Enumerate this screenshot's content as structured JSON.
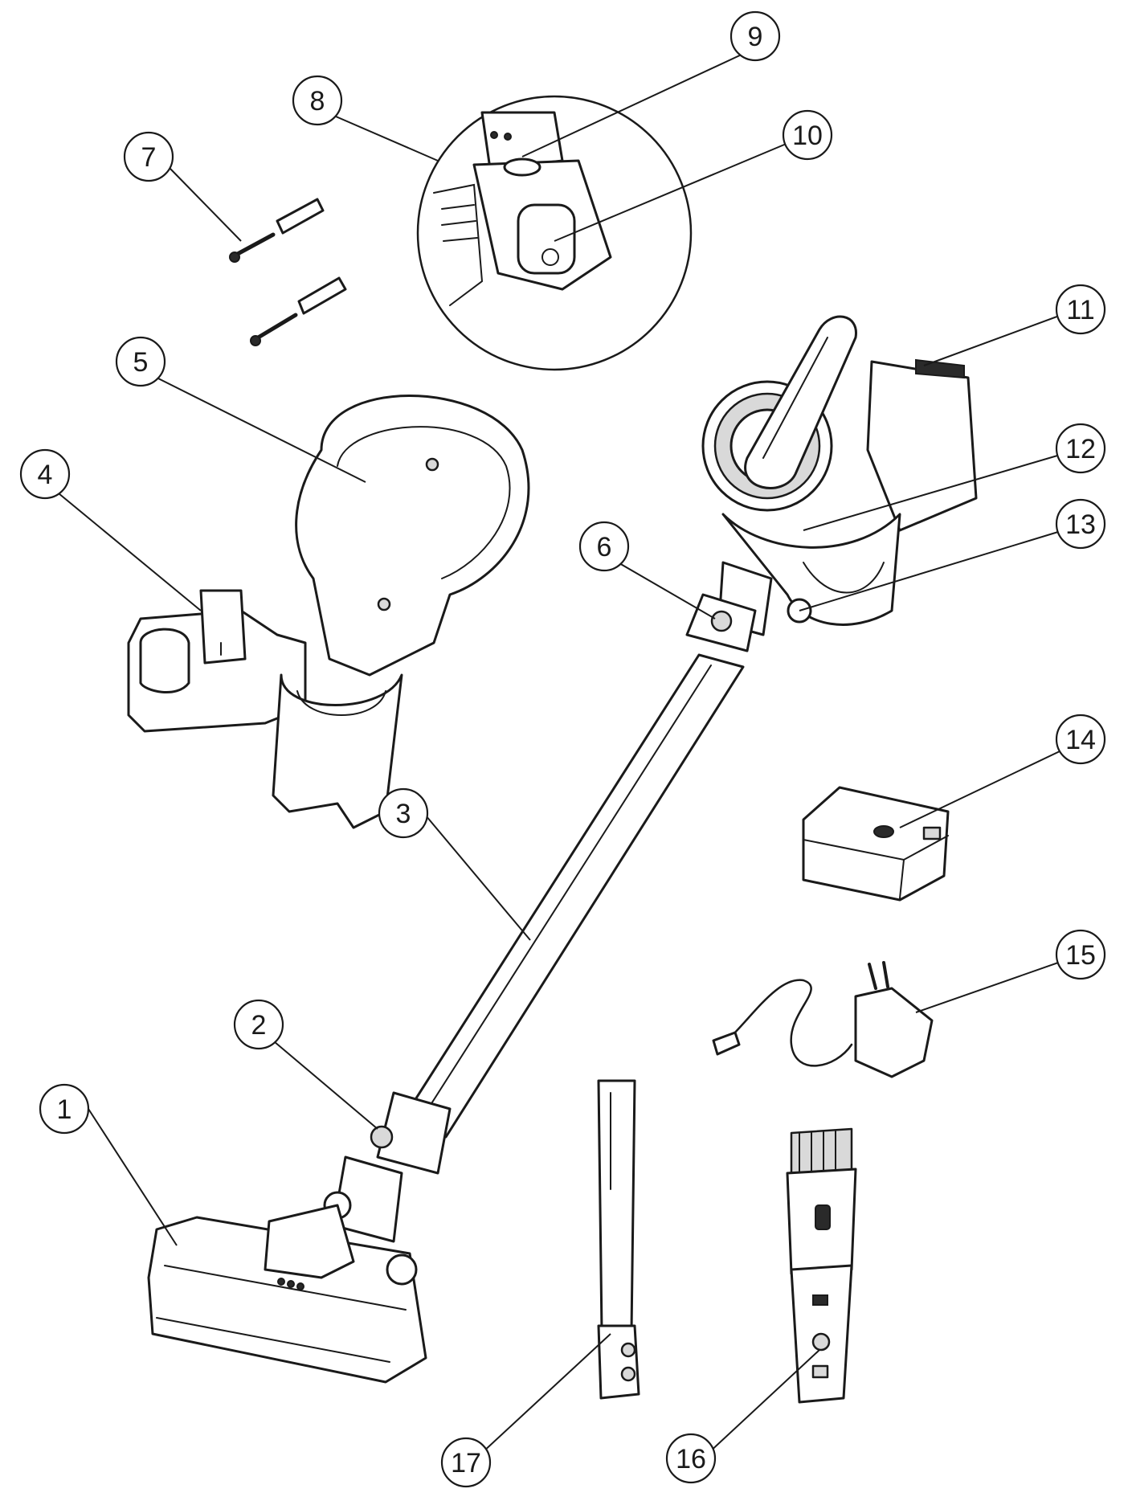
{
  "callouts": [
    {
      "label": "1"
    },
    {
      "label": "2"
    },
    {
      "label": "3"
    },
    {
      "label": "4"
    },
    {
      "label": "5"
    },
    {
      "label": "6"
    },
    {
      "label": "7"
    },
    {
      "label": "8"
    },
    {
      "label": "9"
    },
    {
      "label": "10"
    },
    {
      "label": "11"
    },
    {
      "label": "12"
    },
    {
      "label": "13"
    },
    {
      "label": "14"
    },
    {
      "label": "15"
    },
    {
      "label": "16"
    },
    {
      "label": "17"
    }
  ],
  "colors": {
    "line": "#1a1a1a",
    "background": "#ffffff"
  }
}
